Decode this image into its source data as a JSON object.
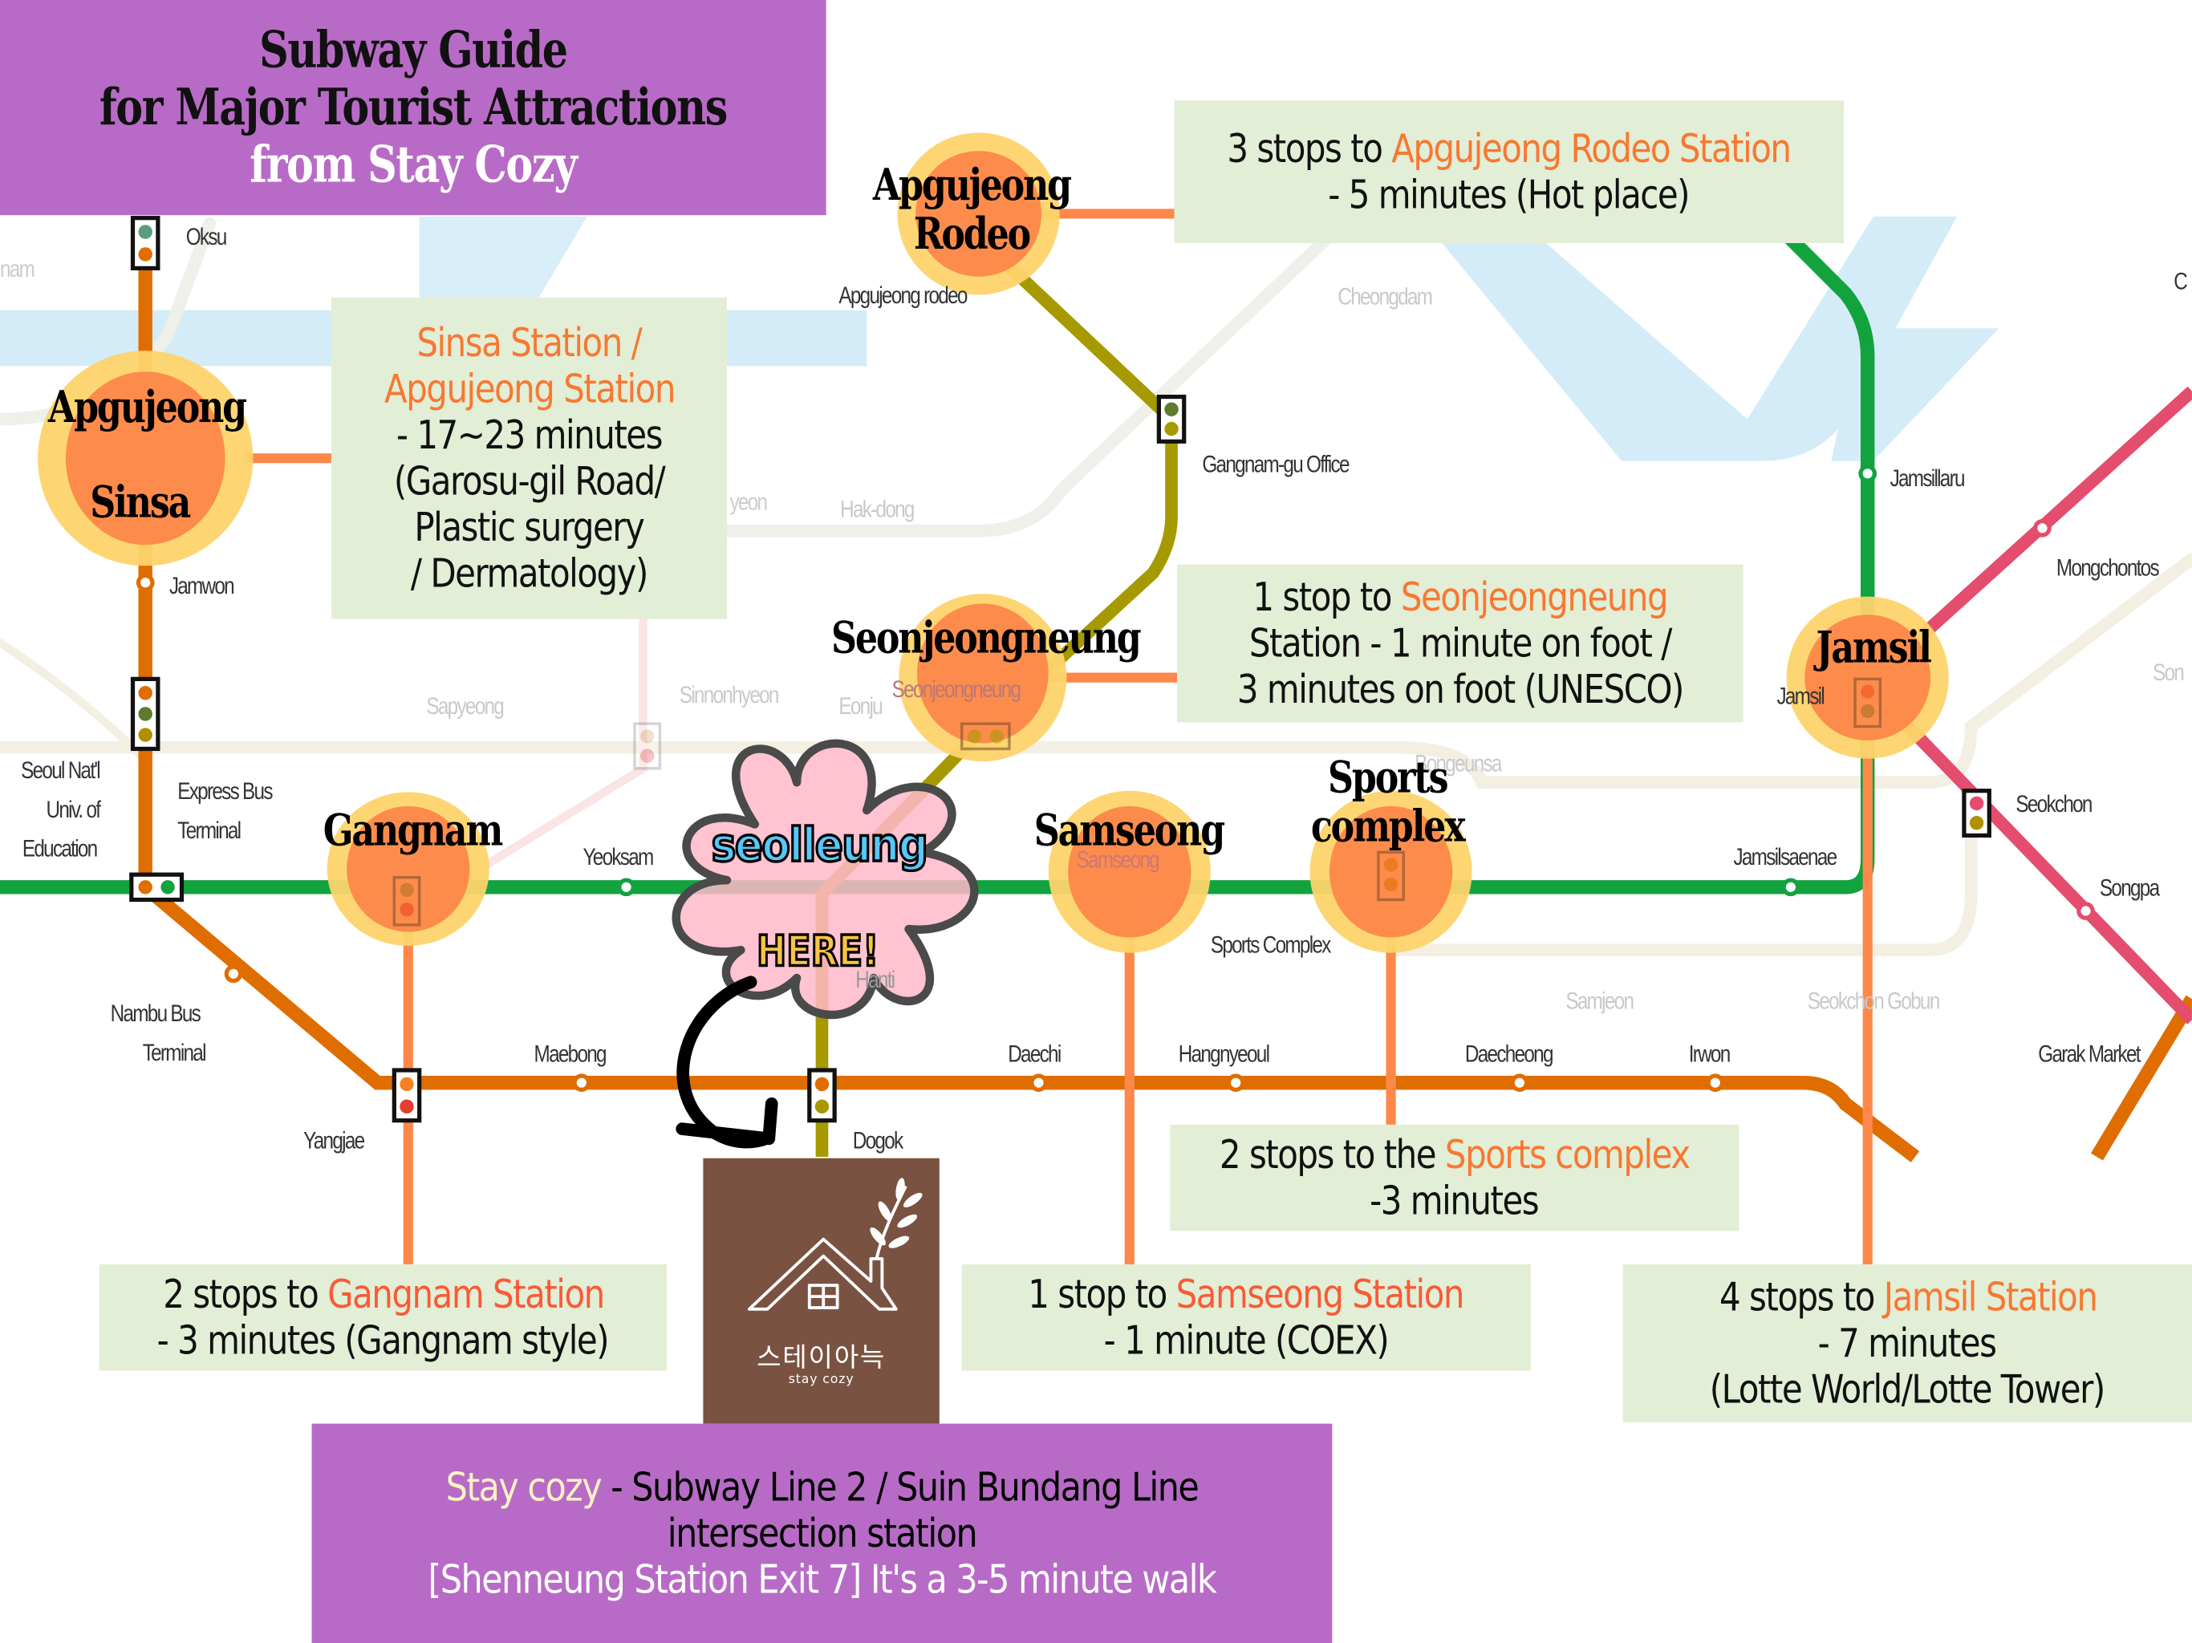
{
  "title": {
    "line1": "Subway Guide",
    "line2": "for Major Tourist Attractions",
    "line3": "from Stay Cozy"
  },
  "colors": {
    "title_bg": "#b86bc6",
    "callout_bg": "#e2eed6",
    "highlight_orange": "#f87831",
    "highlight_red_orange": "#fa5a36",
    "line2_green": "#12a33f",
    "line3_orange": "#e06d00",
    "line8_pink": "#e44d6d",
    "suin_bundang_yellow": "#a69a00",
    "river_blue": "#d4ecf8",
    "logo_brown": "#7a5242",
    "flower_pink": "#ffb9c9",
    "seolleung_blue": "#55c8f8",
    "here_yellow": "#f8c443",
    "marker_outer": "#fdd46c",
    "marker_inner": "#fd884a"
  },
  "highlighted_stations": [
    {
      "name": "Apgujeong",
      "icon": "station-marker-icon"
    },
    {
      "name": "Sinsa",
      "icon": "station-marker-icon"
    },
    {
      "name": "Apgujeong Rodeo",
      "line1": "Apgujeong",
      "line2": "Rodeo",
      "icon": "station-marker-icon"
    },
    {
      "name": "Seonjeongneung",
      "icon": "station-marker-icon"
    },
    {
      "name": "Gangnam",
      "icon": "station-marker-icon"
    },
    {
      "name": "Samseong",
      "icon": "station-marker-icon"
    },
    {
      "name": "Sports complex",
      "line1": "Sports",
      "line2": "complex",
      "icon": "station-marker-icon"
    },
    {
      "name": "Jamsil",
      "icon": "station-marker-icon"
    }
  ],
  "station_labels": {
    "oksu": "Oksu",
    "jamwon": "Jamwon",
    "seoul_natl_1": "Seoul Nat'l",
    "seoul_natl_2": "Univ. of",
    "seoul_natl_3": "Education",
    "express_bus_1": "Express Bus",
    "express_bus_2": "Terminal",
    "nambu_1": "Nambu Bus",
    "nambu_2": "Terminal",
    "yangjae": "Yangjae",
    "maebong": "Maebong",
    "yeoksam": "Yeoksam",
    "dogok": "Dogok",
    "hanti": "Hanti",
    "daechi": "Daechi",
    "hangnyeoul": "Hangnyeoul",
    "daecheong": "Daecheong",
    "irwon": "Irwon",
    "garak_market": "Garak Market",
    "sports_complex_small": "Sports Complex",
    "jamsilsaenae": "Jamsilsaenae",
    "jamsil_small": "Jamsil",
    "seokchon": "Seokchon",
    "songpa": "Songpa",
    "mongchontoseong": "Mongchontos",
    "jamsillaru": "Jamsillaru",
    "gangnam_gu_office": "Gangnam-gu Office",
    "apgujeong_rodeo_small": "Apgujeong rodeo",
    "seonjeongneung_small": "Seonjeongneung",
    "samseong_small": "Samseong",
    "partial_am": "nam",
    "partial_yeon": "yeon",
    "partial_c": "C"
  },
  "faded_labels": {
    "cheongdam": "Cheongdam",
    "hakdong": "Hak-dong",
    "sapyeong": "Sapyeong",
    "sinnonhyeon": "Sinnonhyeon",
    "eonju": "Eonju",
    "bongeunsa": "Bongeunsa",
    "samjeon": "Samjeon",
    "seokchon_gobun": "Seokchon Gobun",
    "songpanaru": "Son"
  },
  "callouts": {
    "sinsa": {
      "hl1": "Sinsa Station /",
      "hl2": "Apgujeong Station",
      "l3": "- 17~23 minutes",
      "l4": "(Garosu-gil Road/",
      "l5": "Plastic surgery",
      "l6": "/ Dermatology)"
    },
    "rodeo": {
      "pre": "3 stops to ",
      "hl": "Apgujeong Rodeo Station",
      "l2": "- 5 minutes (Hot place)"
    },
    "seonjeongneung": {
      "pre": "1 stop to ",
      "hl": "Seonjeongneung",
      "l2": "Station - 1 minute on foot /",
      "l3": "3 minutes on foot (UNESCO)"
    },
    "sports": {
      "pre": "2 stops to the ",
      "hl": "Sports complex",
      "l2": "-3 minutes"
    },
    "gangnam": {
      "pre": "2 stops to ",
      "hl": "Gangnam Station",
      "l2": "- 3 minutes (Gangnam style)"
    },
    "samseong": {
      "pre": "1 stop to ",
      "hl": "Samseong Station",
      "l2": "- 1 minute (COEX)"
    },
    "jamsil": {
      "pre": "4 stops to ",
      "hl": "Jamsil Station",
      "l2": "- 7 minutes",
      "l3": "(Lotte World/Lotte Tower)"
    }
  },
  "here_marker": {
    "station": "seolleung",
    "badge": "HERE!",
    "icon": "curved-arrow-icon"
  },
  "logo": {
    "korean": "스테이아늑",
    "english": "stay cozy",
    "icon": "house-leaf-logo-icon"
  },
  "footer": {
    "hl": "Stay cozy",
    "l1_rest": " - Subway Line 2 / Suin Bundang Line",
    "l2": "intersection station",
    "l3": "[Shenneung Station Exit 7] It's a 3-5 minute walk"
  }
}
